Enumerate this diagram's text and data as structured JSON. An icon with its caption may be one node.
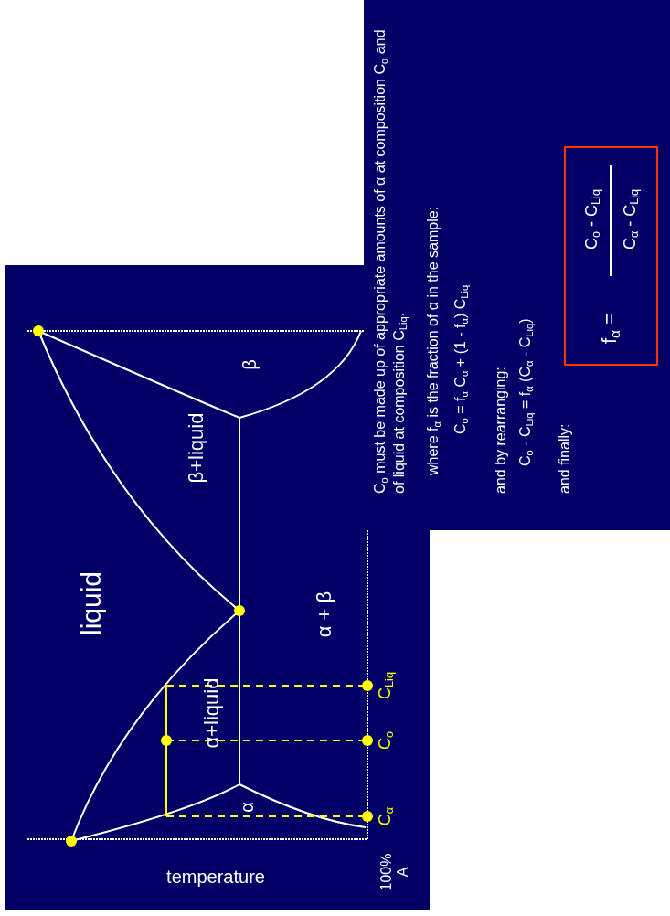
{
  "diagram": {
    "labels": [
      "liquid",
      "α+liquid",
      "β+liquid",
      "α",
      "β",
      "α + β",
      "temperature",
      "100% A",
      "C$_{α}$",
      "C$_{o}$",
      "C$_{Liq}$",
      "C$_{o}$ must be made up of appropriate amounts of α at composition C$_{α}$ and of liquid at composition C$_{Liq}$.",
      "where f$_{α}$ is the fraction of α in the sample:",
      "C$_{o}$ = f$_{α}$ C$_{α}$ + (1 - f$_{α}$) C$_{Liq}$",
      "and by rearranging:",
      "C$_{o}$ - C$_{Liq}$ = f$_{α}$ (C$_{α}$ - C$_{Liq}$)",
      "and finally:",
      "f$_{α}$ =",
      "C$_{o}$ - C$_{Liq}$",
      "C$_{α}$ - C$_{Liq}$"
    ]
  }
}
